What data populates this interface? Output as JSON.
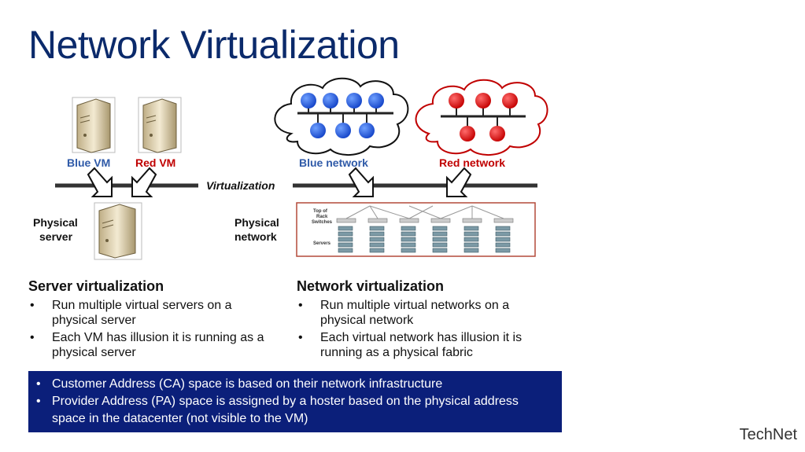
{
  "slide": {
    "title": "Network Virtualization",
    "brand": "TechNet"
  },
  "diagram": {
    "blue_vm": "Blue VM",
    "red_vm": "Red VM",
    "virtualization": "Virtualization",
    "physical_server_line1": "Physical",
    "physical_server_line2": "server",
    "blue_network": "Blue network",
    "red_network": "Red network",
    "physical_network_line1": "Physical",
    "physical_network_line2": "network",
    "top_of_rack_1": "Top of",
    "top_of_rack_2": "Rack",
    "top_of_rack_3": "Switches",
    "servers_label": "Servers"
  },
  "server_virtualization": {
    "heading": "Server virtualization",
    "bullets": [
      "Run multiple virtual servers on a physical server",
      "Each VM has illusion it is running as a physical server"
    ]
  },
  "network_virtualization": {
    "heading": "Network virtualization",
    "bullets": [
      "Run multiple virtual networks on a physical network",
      "Each virtual network has illusion it is running as a physical fabric"
    ]
  },
  "banner": {
    "bullets": [
      "Customer Address (CA) space is based on their network infrastructure",
      "Provider Address (PA) space is assigned by a hoster based on the physical address space in the datacenter (not visible to the VM)"
    ]
  },
  "colors": {
    "title": "#0b2a6b",
    "blue_accent": "#2f5aa8",
    "red_accent": "#c00000",
    "banner_bg": "#0b1f7a"
  }
}
